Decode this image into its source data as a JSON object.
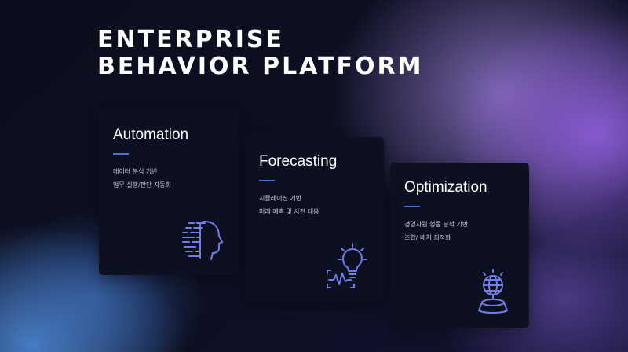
{
  "title": {
    "line1": "ENTERPRISE",
    "line2": "BEHAVIOR PLATFORM"
  },
  "cards": [
    {
      "title": "Automation",
      "desc": [
        "데이터 분석 기반",
        "업무 실행/판단 자동화"
      ],
      "icon": "ai-head-icon"
    },
    {
      "title": "Forecasting",
      "desc": [
        "시뮬레이션 기반",
        "미래 예측 및 사전 대응"
      ],
      "icon": "lightbulb-pulse-icon"
    },
    {
      "title": "Optimization",
      "desc": [
        "경영자원  행동 분석 기반",
        "조합/ 배치 최적화"
      ],
      "icon": "globe-pedestal-icon"
    }
  ],
  "colors": {
    "accent": "#4f6fd8",
    "icon": "#6f7fe6",
    "card_bg": "#0d1020"
  }
}
